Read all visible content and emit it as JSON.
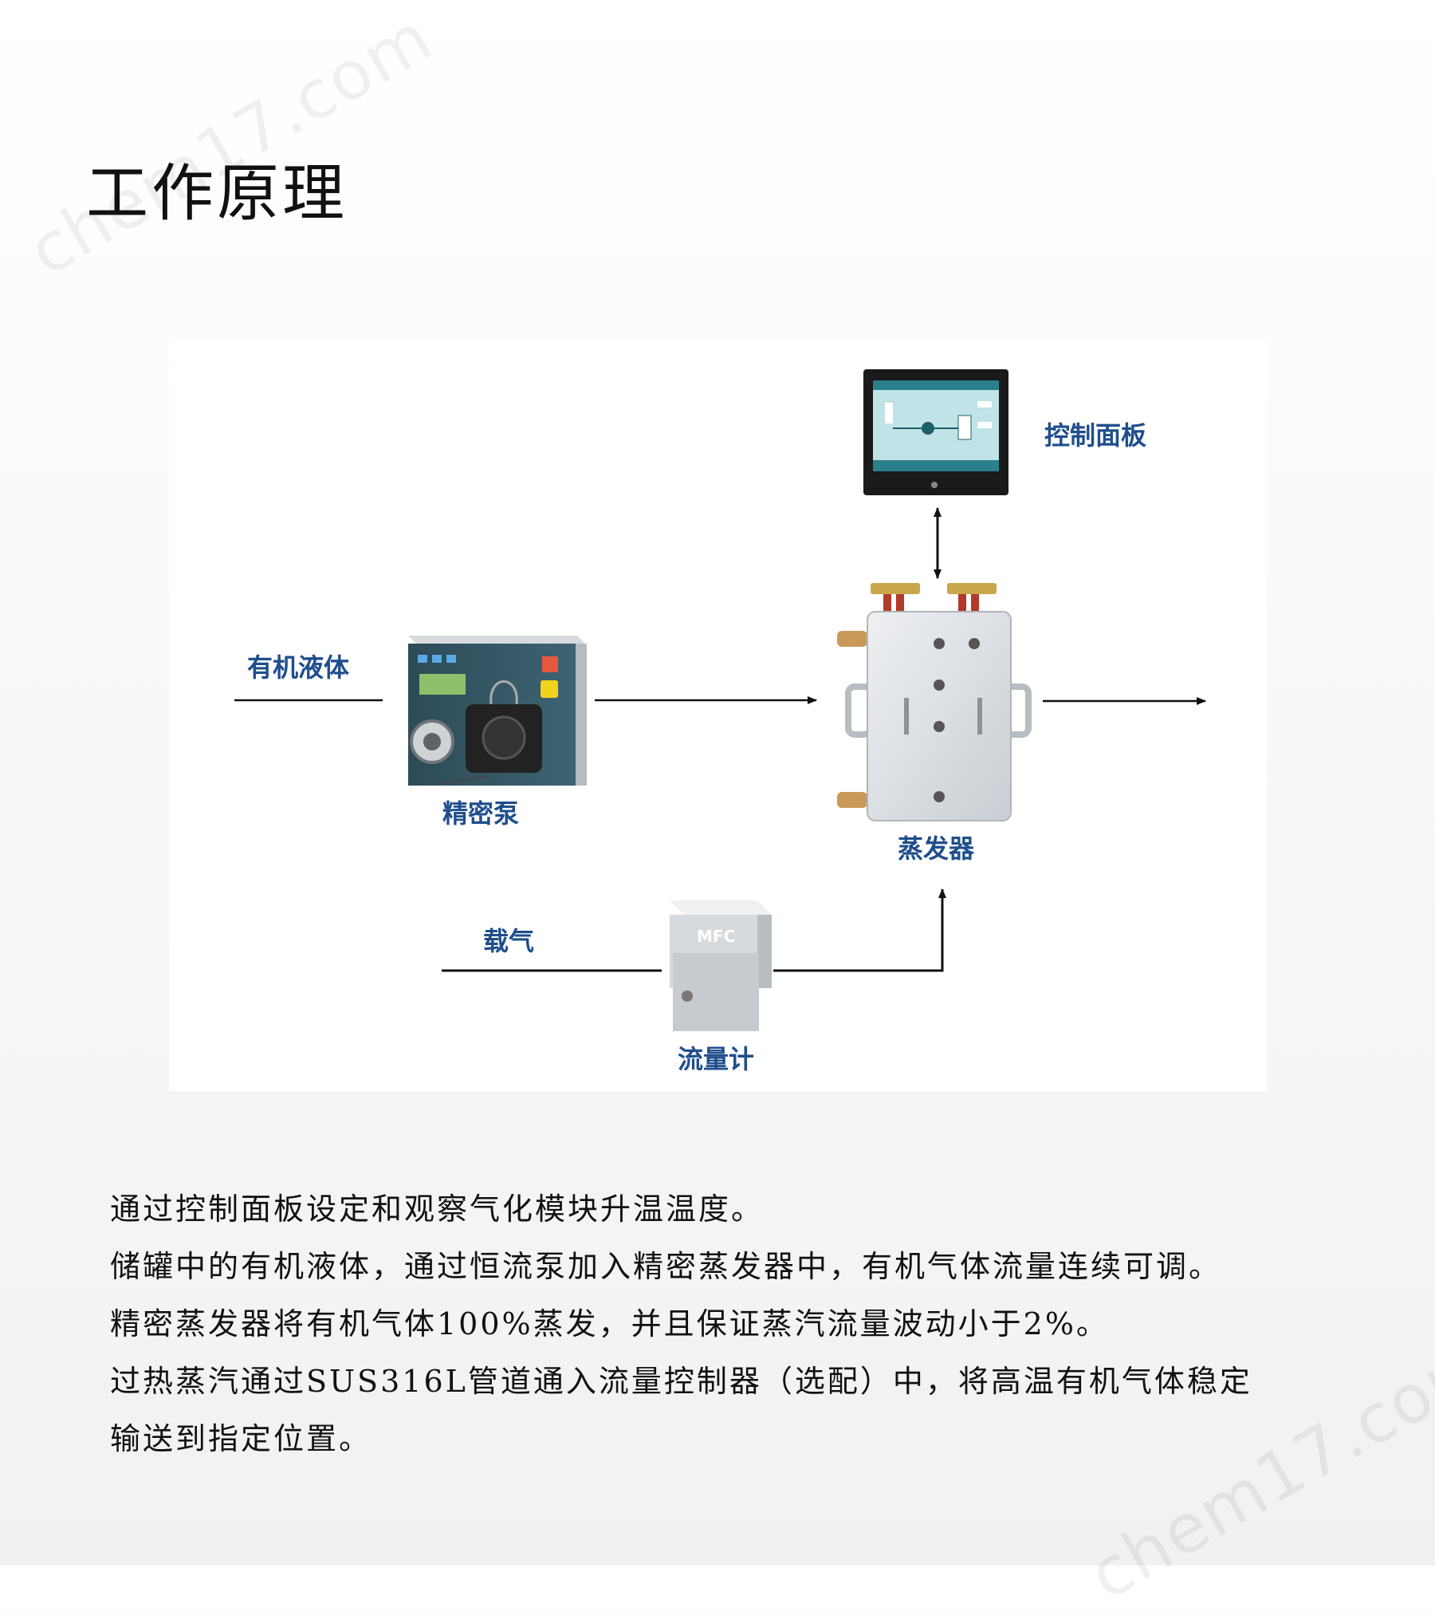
{
  "watermark": "chem17.com",
  "title": "工作原理",
  "diagram": {
    "labels": {
      "control_panel": "控制面板",
      "organic_liquid": "有机液体",
      "pump": "精密泵",
      "evaporator": "蒸发器",
      "carrier_gas": "载气",
      "flow_meter": "流量计",
      "mfc_text": "MFC"
    }
  },
  "description": [
    "通过控制面板设定和观察气化模块升温温度。",
    "储罐中的有机液体，通过恒流泵加入精密蒸发器中，有机气体流量连续可调。",
    "精密蒸发器将有机气体100%蒸发，并且保证蒸汽流量波动小于2%。",
    "过热蒸汽通过SUS316L管道通入流量控制器（选配）中，将高温有机气体稳定",
    "输送到指定位置。"
  ]
}
